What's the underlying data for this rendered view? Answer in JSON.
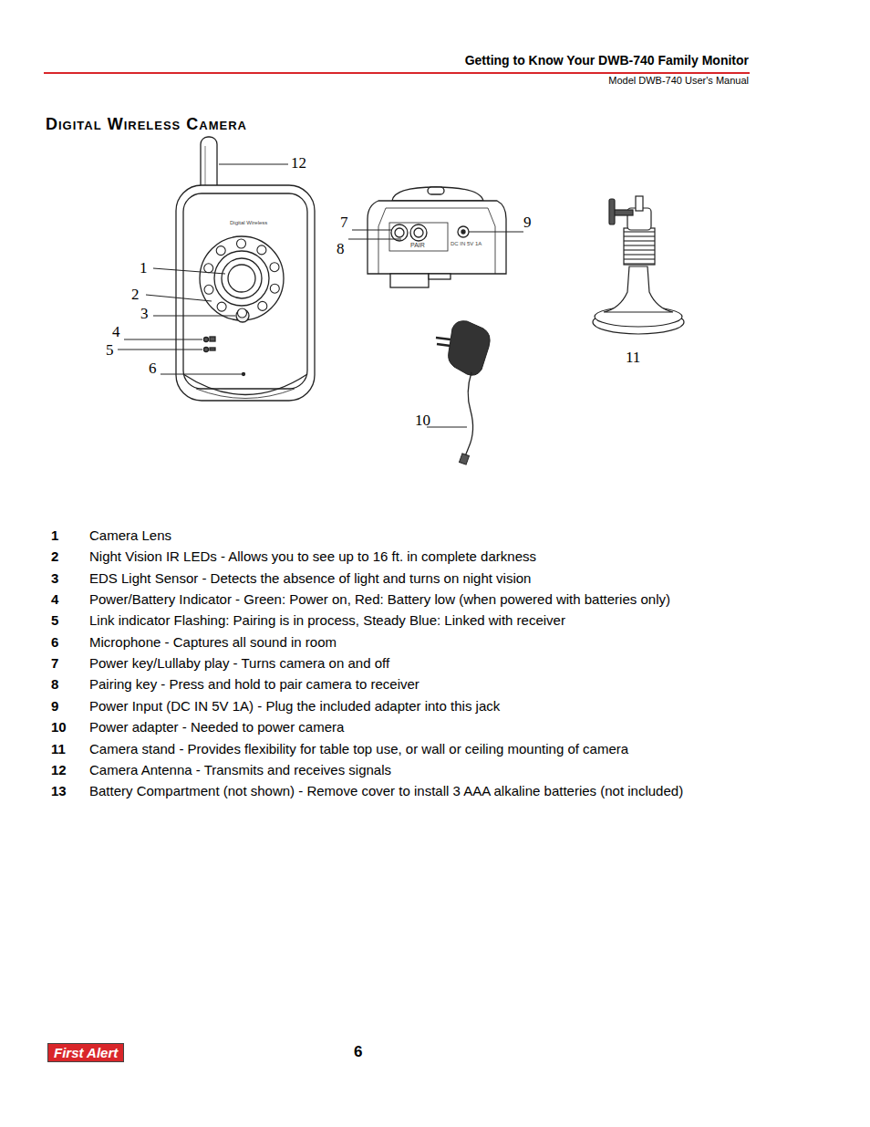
{
  "diagram": {
    "title": "Digital Wireless Camera",
    "labels": [
      "Getting to Know Your DWB-740 Family Monitor",
      "Model DWB-740 User's Manual",
      "12",
      "7",
      "9",
      "8",
      "1",
      "2",
      "3",
      "4",
      "5",
      "6",
      "11",
      "10",
      "Digital Wireless",
      "PAIR",
      "DC IN 5V 1A",
      "1",
      "Camera Lens",
      "2",
      "Night Vision IR LEDs - Allows you to see up to 16 ft. in complete darkness",
      "3",
      "EDS Light Sensor - Detects the absence of light and turns on night vision",
      "4",
      "Power/Battery Indicator - Green: Power on, Red: Battery low (when powered with batteries only)",
      "5",
      "Link indicator Flashing: Pairing is in process, Steady Blue: Linked with receiver",
      "6",
      "Microphone - Captures all sound in room",
      "7",
      "Power key/Lullaby play - Turns camera on and off",
      "8",
      "Pairing key - Press and hold to pair camera to receiver",
      "9",
      "Power Input (DC IN 5V 1A) - Plug the included adapter into this jack",
      "10",
      "Power adapter - Needed to power camera",
      "11",
      "Camera stand - Provides flexibility for table top use, or wall or ceiling mounting of camera",
      "12",
      "Camera Antenna - Transmits and receives signals",
      "13",
      "Battery Compartment (not shown) - Remove cover to install 3 AAA alkaline batteries (not included)",
      "First Alert",
      "6"
    ]
  }
}
